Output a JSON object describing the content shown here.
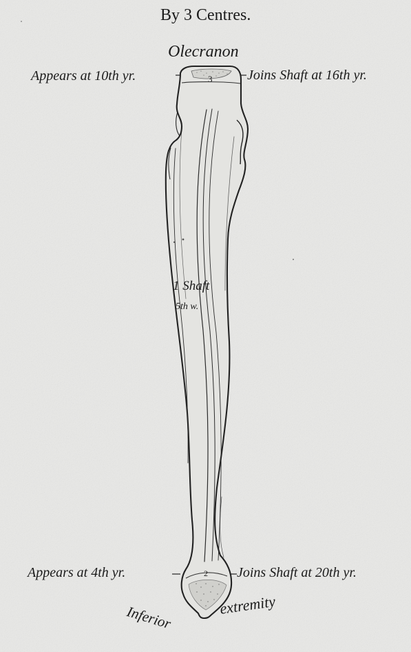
{
  "figure": {
    "heading": "By 3 Centres.",
    "olecranon_label": "Olecranon",
    "shaft_label": "1 Shaft",
    "shaft_note": "5th w.",
    "centre_top_number": "3",
    "centre_bottom_number": "2",
    "inferior_label": "Inferior",
    "extremity_label": "extremity",
    "top_left_annotation": "Appears at 10th yr.",
    "top_right_annotation": "Joins Shaft at 16th yr.",
    "bottom_left_annotation": "Appears at 4th yr.",
    "bottom_right_annotation": "Joins Shaft at 20th yr."
  }
}
